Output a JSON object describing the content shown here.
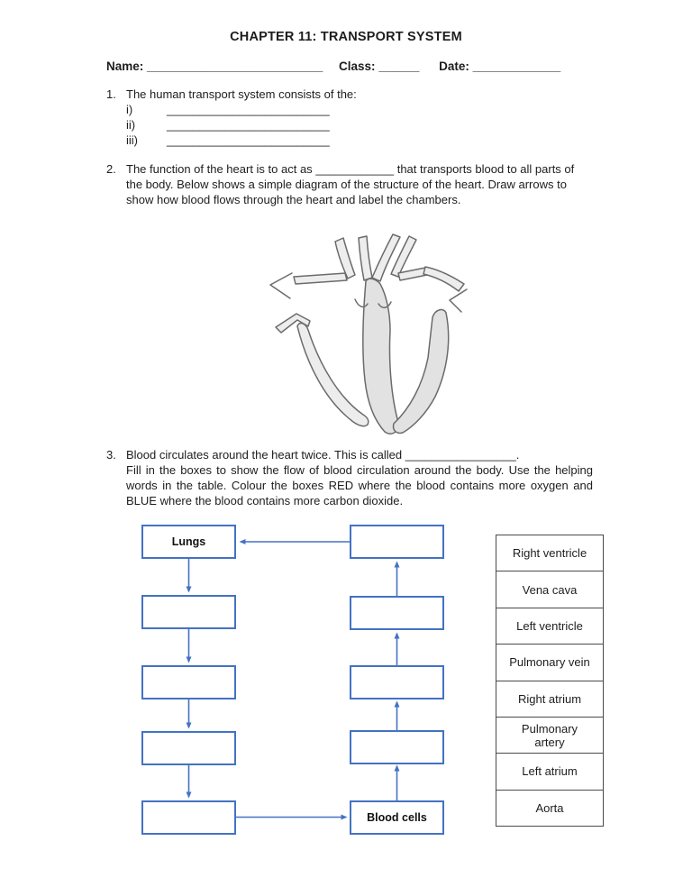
{
  "page": {
    "title": "CHAPTER 11: TRANSPORT SYSTEM"
  },
  "header_fields": {
    "name_label": "Name:",
    "name_blank": "__________________________",
    "class_label": "Class:",
    "class_blank": "______",
    "date_label": "Date:",
    "date_blank": "_____________"
  },
  "questions": {
    "q1": {
      "number": "1.",
      "text": "The human transport system consists of the:",
      "items": [
        {
          "label": "i)",
          "blank": "_________________________"
        },
        {
          "label": "ii)",
          "blank": "_________________________"
        },
        {
          "label": "iii)",
          "blank": "_________________________"
        }
      ]
    },
    "q2": {
      "number": "2.",
      "text_before_blank": "The function of the heart is to act as",
      "blank": "____________",
      "text_after_blank": "that transports blood to all parts of the body. Below shows a simple diagram of the structure of the heart. Draw arrows to show how blood flows through the heart and label the chambers."
    },
    "q3": {
      "number": "3.",
      "text_before_blank": "Blood circulates around the heart twice. This is called",
      "blank": "_________________",
      "text_after_blank": ".",
      "text_rest": "Fill in the boxes to show the flow of blood circulation around the body. Use the helping words in the table. Colour the boxes RED where the blood contains more oxygen and BLUE where the blood contains more carbon dioxide."
    }
  },
  "flowchart": {
    "left_column": [
      {
        "label": "Lungs"
      },
      {
        "label": ""
      },
      {
        "label": ""
      },
      {
        "label": ""
      },
      {
        "label": ""
      }
    ],
    "right_column": [
      {
        "label": ""
      },
      {
        "label": ""
      },
      {
        "label": ""
      },
      {
        "label": ""
      },
      {
        "label": "Blood cells"
      }
    ],
    "helping_words": [
      "Right ventricle",
      "Vena cava",
      "Left ventricle",
      "Pulmonary vein",
      "Right atrium",
      "Pulmonary artery",
      "Left atrium",
      "Aorta"
    ],
    "colors": {
      "box_border": "#4472c4",
      "arrow": "#4472c4",
      "table_border": "#4a4a4a"
    }
  }
}
